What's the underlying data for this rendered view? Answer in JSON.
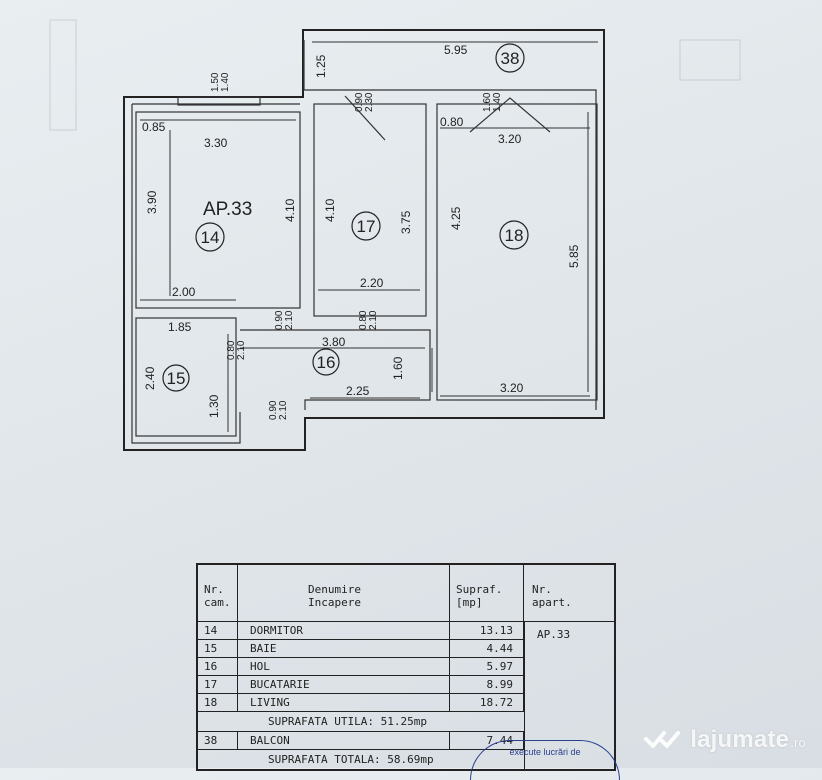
{
  "plan": {
    "apartment_label": "AP.33",
    "dims": [
      "1.25",
      "5.95",
      "1.50",
      "1.40",
      "0.90",
      "2.30",
      "1.60",
      "1.40",
      "0.85",
      "3.30",
      "0.80",
      "3.20",
      "3.90",
      "4.10",
      "4.10",
      "3.75",
      "4.25",
      "5.85",
      "2.00",
      "2.20",
      "0.90",
      "2.10",
      "0.80",
      "2.10",
      "1.85",
      "3.80",
      "0.80",
      "2.10",
      "2.40",
      "1.30",
      "1.60",
      "2.25",
      "3.20",
      "0.90",
      "2.10"
    ],
    "rooms": [
      "14",
      "15",
      "16",
      "17",
      "18",
      "38"
    ]
  },
  "table": {
    "headers": {
      "nr": "Nr.\ncam.",
      "denumire": "Denumire\nIncapere",
      "supraf": "Supraf.\n[mp]",
      "apart": "Nr.\napart."
    },
    "apartment": "AP.33",
    "rows": [
      {
        "nr": "14",
        "name": "DORMITOR",
        "area": "13.13"
      },
      {
        "nr": "15",
        "name": "BAIE",
        "area": "4.44"
      },
      {
        "nr": "16",
        "name": "HOL",
        "area": "5.97"
      },
      {
        "nr": "17",
        "name": "BUCATARIE",
        "area": "8.99"
      },
      {
        "nr": "18",
        "name": "LIVING",
        "area": "18.72"
      }
    ],
    "util": "SUPRAFATA  UTILA: 51.25mp",
    "balcony": {
      "nr": "38",
      "name": "BALCON",
      "area": "7.44"
    },
    "total": "SUPRAFATA  TOTALA: 58.69mp"
  },
  "stamp": {
    "text": "execute lucrări de"
  },
  "watermark": {
    "brand": "lajumate",
    "suffix": ".ro"
  },
  "colors": {
    "ink": "#222222",
    "stamp": "#2b3f8f",
    "paper": "#e3e9ec"
  }
}
